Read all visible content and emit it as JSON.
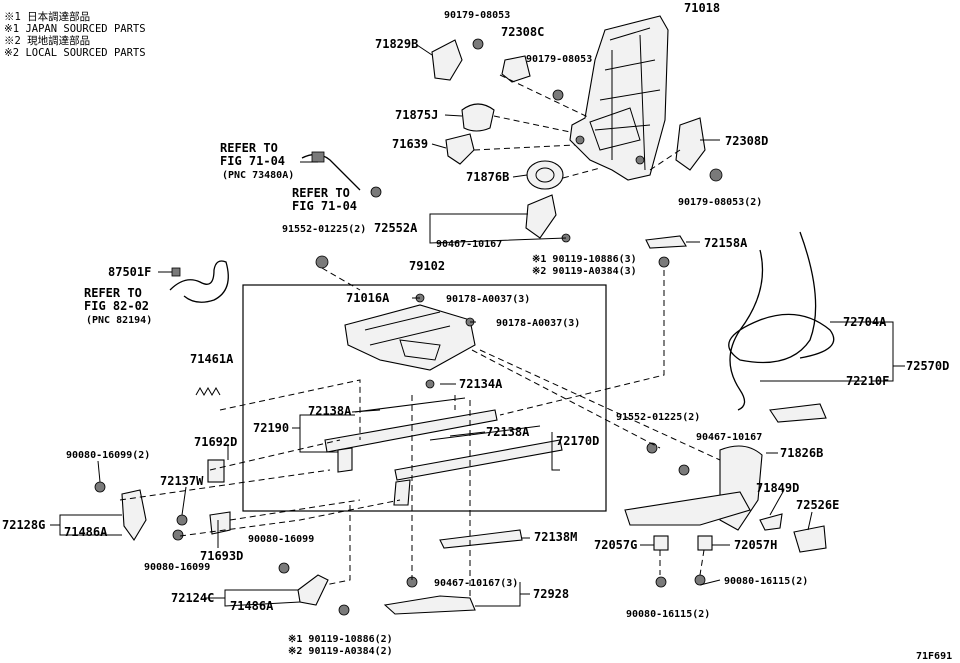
{
  "legend": {
    "line1": "※1 日本調達部品",
    "line2": "※1 JAPAN SOURCED PARTS",
    "line3": "※2 現地調達部品",
    "line4": "※2 LOCAL SOURCED PARTS"
  },
  "refs": {
    "ref1": {
      "line1": "REFER TO",
      "line2": "FIG 71-04",
      "line3": "(PNC 73480A)"
    },
    "ref2": {
      "line1": "REFER TO",
      "line2": "FIG 71-04"
    },
    "ref3": {
      "line1": "REFER TO",
      "line2": "FIG 82-02",
      "line3": "(PNC 82194)"
    }
  },
  "parts": {
    "p90179_08053_top": "90179-08053",
    "p71018": "71018",
    "p72308C": "72308C",
    "p71829B": "71829B",
    "p90179_08053_mid": "90179-08053",
    "p71875J": "71875J",
    "p72308D": "72308D",
    "p71639": "71639",
    "p71876B": "71876B",
    "p90179_08053_2": "90179-08053(2)",
    "p91552_01225_2_top": "91552-01225(2)",
    "p72552A": "72552A",
    "p90467_10167_top": "90467-10167",
    "p72158A": "72158A",
    "p87501F": "87501F",
    "p79102": "79102",
    "p90119_10886_3": "※1 90119-10886(3)",
    "p90119_A0384_3": "※2 90119-A0384(3)",
    "p71016A": "71016A",
    "p90178_A0037_3a": "90178-A0037(3)",
    "p90178_A0037_3b": "90178-A0037(3)",
    "p72704A": "72704A",
    "p72570D": "72570D",
    "p71461A": "71461A",
    "p72134A": "72134A",
    "p72210F": "72210F",
    "p72138A_left": "72138A",
    "p72190": "72190",
    "p72138A_right": "72138A",
    "p72170D": "72170D",
    "p91552_01225_2_right": "91552-01225(2)",
    "p90467_10167_right": "90467-10167",
    "p71826B": "71826B",
    "p71692D": "71692D",
    "p90080_16099_2": "90080-16099(2)",
    "p72137W": "72137W",
    "p71849D": "71849D",
    "p72526E": "72526E",
    "p72128G": "72128G",
    "p71486A_left": "71486A",
    "p90080_16099_left": "90080-16099",
    "p71693D": "71693D",
    "p90080_16099_mid": "90080-16099",
    "p72138M": "72138M",
    "p72057G": "72057G",
    "p72057H": "72057H",
    "p90467_10167_3": "90467-10167(3)",
    "p90080_16115_2_right": "90080-16115(2)",
    "p72124C": "72124C",
    "p71486A_bottom": "71486A",
    "p72928": "72928",
    "p90080_16115_2_bottom": "90080-16115(2)",
    "p90119_10886_2": "※1 90119-10886(2)",
    "p90119_A0384_2": "※2 90119-A0384(2)"
  },
  "figure_id": "71F691"
}
